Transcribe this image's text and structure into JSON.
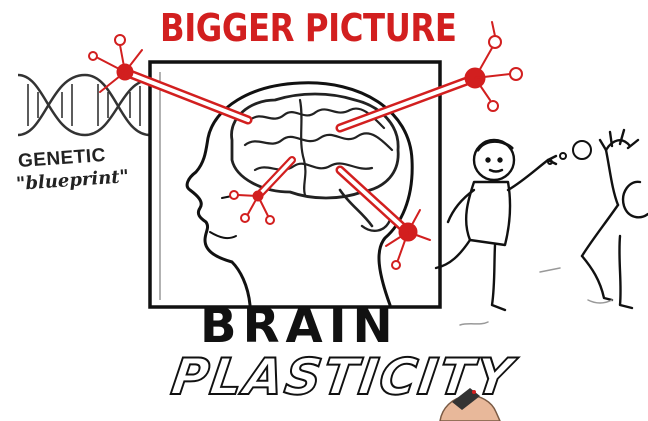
{
  "image": {
    "title": "BIGGER PICTURE",
    "caption_line1": "BRAIN",
    "caption_line2": "PLASTICITY",
    "dna_label_line1": "GENETIC",
    "dna_label_line2": "\"blueprint\""
  },
  "colors": {
    "accent_red": "#d21f1f",
    "ink": "#111111",
    "background": "#ffffff"
  }
}
